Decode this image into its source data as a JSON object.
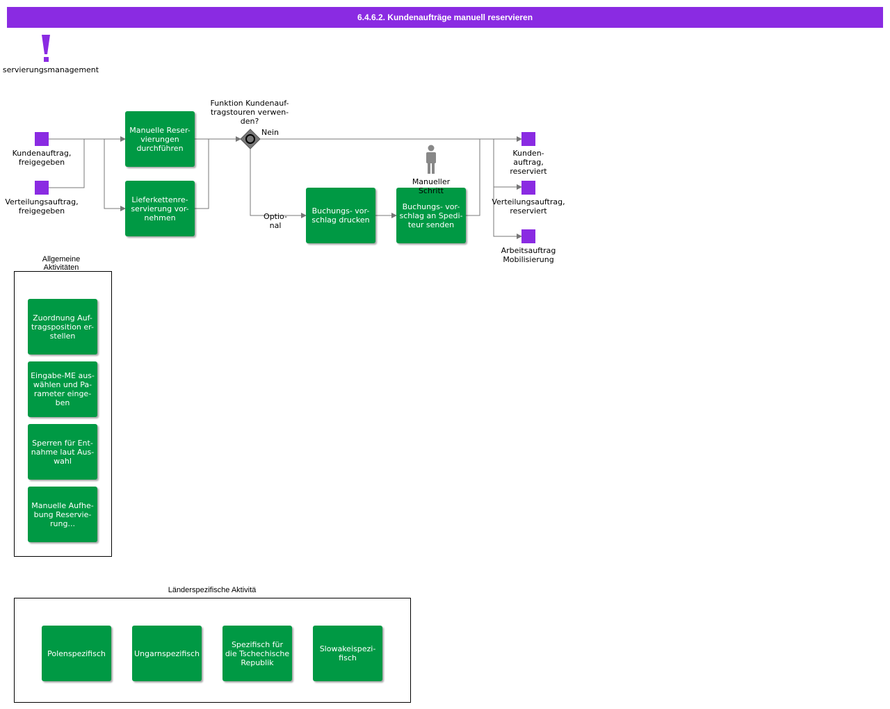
{
  "title": "6.4.6.2. Kundenaufträge manuell reservieren",
  "role": {
    "icon": "exclamation-icon",
    "label": "servierungsmanagement",
    "color": "#8a2be2"
  },
  "colors": {
    "activity": "#009944",
    "event": "#8a2be2",
    "header": "#8a2be2",
    "connector": "#777777"
  },
  "start_events": [
    {
      "id": "kundenauftrag",
      "label": "Kundenauftrag,\nfreigegeben"
    },
    {
      "id": "verteilungsauftrag",
      "label": "Verteilungsauftrag,\nfreigegeben"
    }
  ],
  "activities": {
    "manuelle_reservierungen": "Manuelle Reser-\nvierungen\ndurchführen",
    "lieferkettenreservierung": "Lieferkettenre-\nservierung vor-\nnehmen",
    "buchungsvorschlag_drucken": "Buchungs- vor-\nschlag drucken",
    "buchungsvorschlag_senden": "Buchungs- vor-\nschlag an Spedi-\nteur senden"
  },
  "gateway": {
    "question": "Funktion Kundenauf-\ntragstouren verwen-\nden?",
    "no_label": "Nein",
    "optional_label": "Optio-\nnal"
  },
  "manual_step": {
    "icon": "person-icon",
    "label": "Manueller\nSchritt"
  },
  "end_events": [
    {
      "id": "kundenauftrag_reserviert",
      "label": "Kunden-\nauftrag,\nreserviert"
    },
    {
      "id": "verteilungsauftrag_reserviert",
      "label": "Verteilungsauftrag,\nreserviert"
    },
    {
      "id": "arbeitsauftrag",
      "label": "Arbeitsauftrag\nMobilisierung"
    }
  ],
  "general_activities": {
    "title": "Allgemeine\nAktivitäten",
    "items": [
      "Zuordnung Auf-\ntragsposition er-\nstellen",
      "Eingabe-ME aus-\nwählen und Pa-\nrameter einge-\nben",
      "Sperren für Ent-\nnahme laut Aus-\nwahl",
      "Manuelle Aufhe-\nbung Reservie-\nrung..."
    ]
  },
  "country_activities": {
    "title": "Länderspezifische Aktivitä",
    "items": [
      "Polenspezifisch",
      "Ungarnspezifisch",
      "Spezifisch für\ndie Tschechische\nRepublik",
      "Slowakeispezi-\nfisch"
    ]
  }
}
